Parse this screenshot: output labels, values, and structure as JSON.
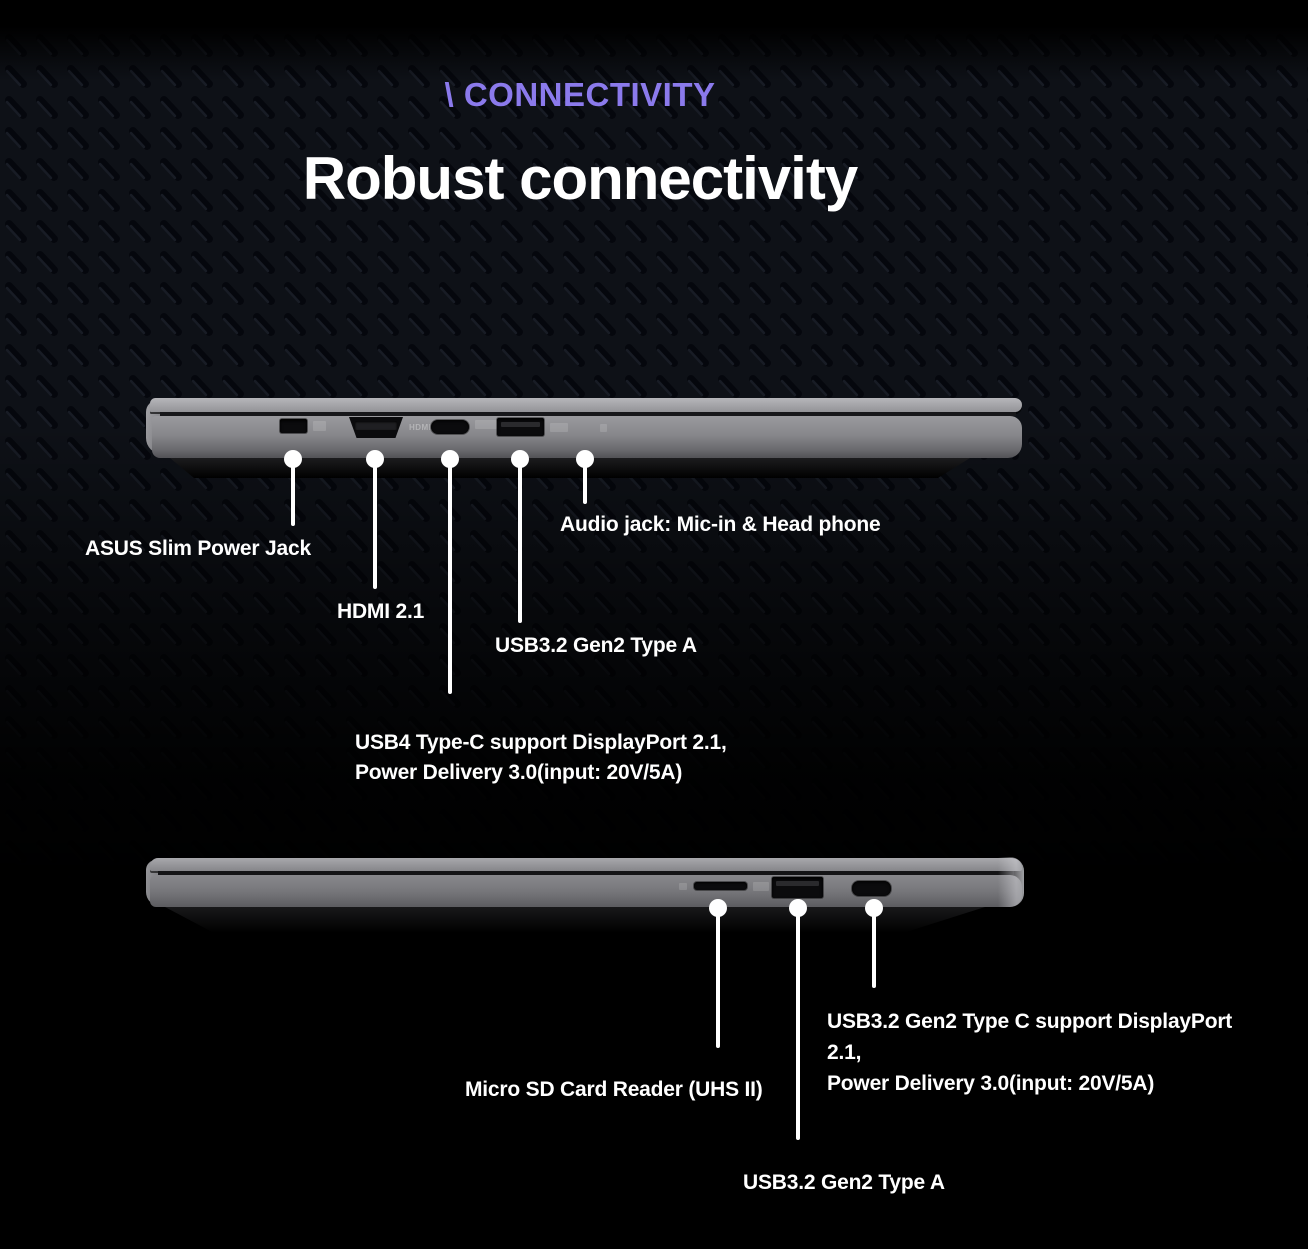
{
  "header": {
    "eyebrow": "\\ CONNECTIVITY",
    "title": "Robust connectivity"
  },
  "colors": {
    "accent_purple": "#8b7aec",
    "text_white": "#ffffff",
    "background_dark": "#0e1117",
    "laptop_gray": "#8a8a8e"
  },
  "top_view": {
    "hdmi_mark": "HDMI",
    "callouts": [
      {
        "port": "asus-slim-power-jack",
        "label": "ASUS Slim Power Jack"
      },
      {
        "port": "hdmi",
        "label": "HDMI 2.1"
      },
      {
        "port": "usb4-type-c",
        "label": "USB4 Type-C support DisplayPort 2.1,\nPower Delivery 3.0(input: 20V/5A)"
      },
      {
        "port": "usb3-2-gen2-type-a",
        "label": "USB3.2 Gen2 Type A"
      },
      {
        "port": "audio-jack",
        "label": "Audio jack: Mic-in & Head phone"
      }
    ]
  },
  "bottom_view": {
    "callouts": [
      {
        "port": "micro-sd-card-reader",
        "label": "Micro SD Card Reader (UHS II)"
      },
      {
        "port": "usb3-2-gen2-type-a",
        "label": "USB3.2 Gen2 Type A"
      },
      {
        "port": "usb3-2-gen2-type-c",
        "label": "USB3.2 Gen2 Type C support DisplayPort\n2.1,\nPower Delivery 3.0(input: 20V/5A)"
      }
    ]
  }
}
